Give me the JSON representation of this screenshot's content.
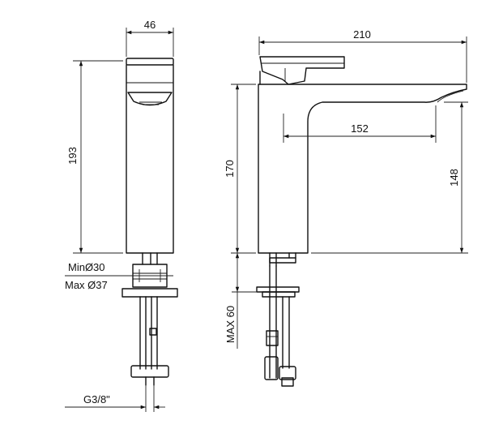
{
  "dimensions": {
    "width_front": "46",
    "height_front": "193",
    "min_hole": "MinØ30",
    "max_hole": "Max Ø37",
    "thread": "G3/8\"",
    "length_total": "210",
    "reach": "152",
    "height_body": "170",
    "height_spout": "148",
    "max_deck": "MAX 60"
  }
}
